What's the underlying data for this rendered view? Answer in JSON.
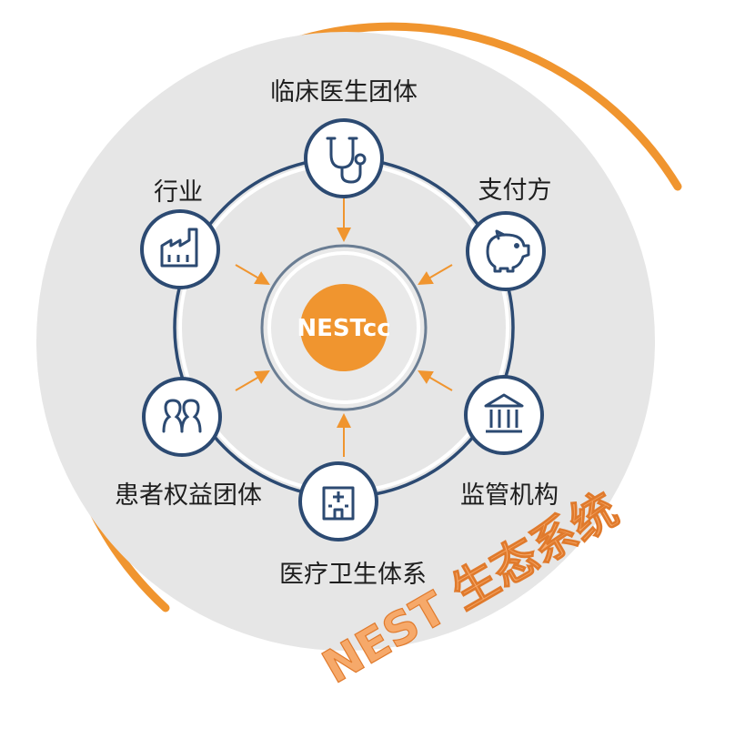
{
  "diagram": {
    "center_label": "NESTcc",
    "title": "NEST 生态系统",
    "nodes": [
      {
        "label": "临床医生团体",
        "icon": "stethoscope-icon"
      },
      {
        "label": "支付方",
        "icon": "piggy-bank-icon"
      },
      {
        "label": "监管机构",
        "icon": "government-building-icon"
      },
      {
        "label": "医疗卫生体系",
        "icon": "hospital-icon"
      },
      {
        "label": "患者权益团体",
        "icon": "people-icon"
      },
      {
        "label": "行业",
        "icon": "factory-icon"
      }
    ],
    "colors": {
      "accent_orange": "#f0952f",
      "ring_navy": "#2c4a72",
      "disc_gray": "#e5e5e5",
      "title_orange": "#f6a96a"
    }
  }
}
